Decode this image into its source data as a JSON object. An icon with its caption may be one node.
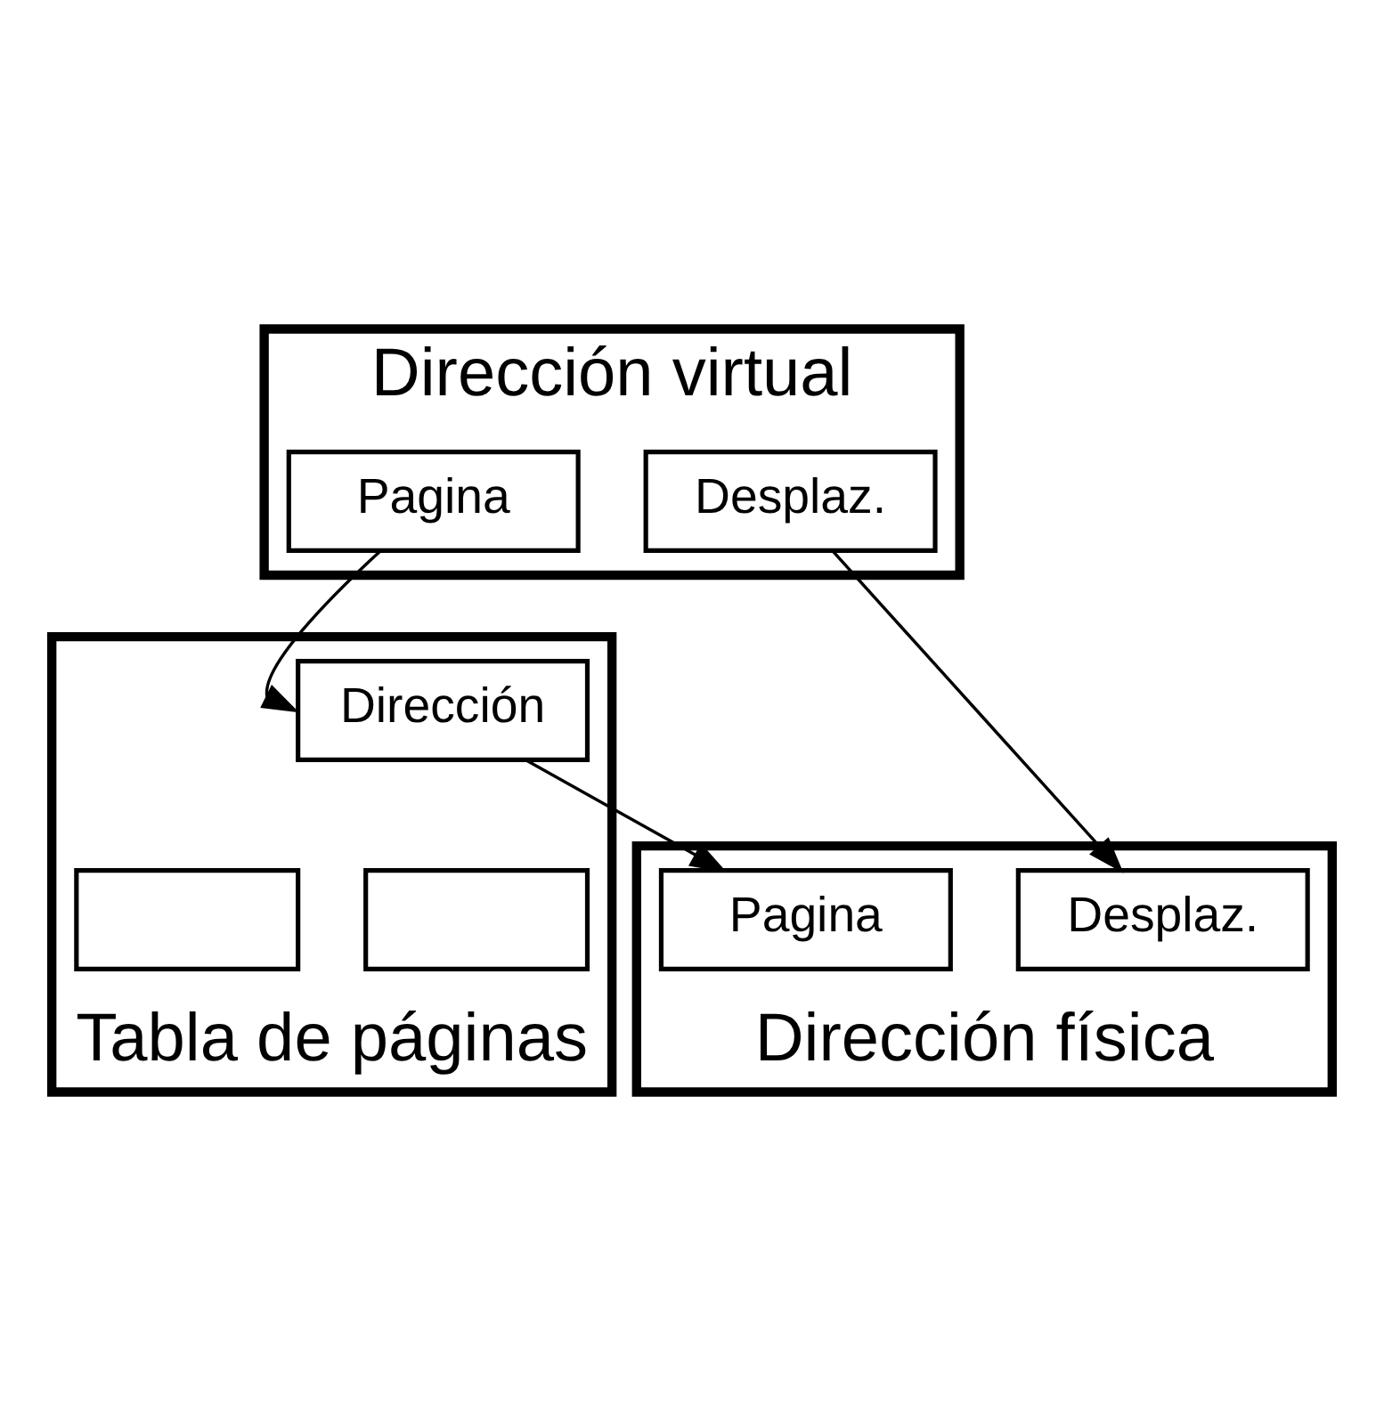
{
  "diagram": {
    "nodes": [
      {
        "text": [
          "Dirección virtual"
        ]
      },
      {
        "text": [
          "Pagina"
        ],
        "in": 0
      },
      {
        "text": [
          "Desplaz."
        ],
        "in": 0
      },
      {
        "text": [
          "Tabla de páginas"
        ]
      },
      {
        "text": [
          "Dirección"
        ],
        "in": 3
      },
      {
        "text": [],
        "shape": "box",
        "in": 3
      },
      {
        "text": [],
        "shape": "box",
        "in": 3
      },
      {
        "text": [
          "Dirección física"
        ]
      },
      {
        "text": [
          "Pagina"
        ],
        "in": 7
      },
      {
        "text": [
          "Desplaz."
        ],
        "in": 7
      }
    ],
    "edges": [
      {
        "from": 1,
        "to": 4,
        "arrow": "to"
      },
      {
        "from": 2,
        "to": 9,
        "arrow": "to"
      },
      {
        "from": 4,
        "to": 8,
        "arrow": "to"
      }
    ]
  }
}
